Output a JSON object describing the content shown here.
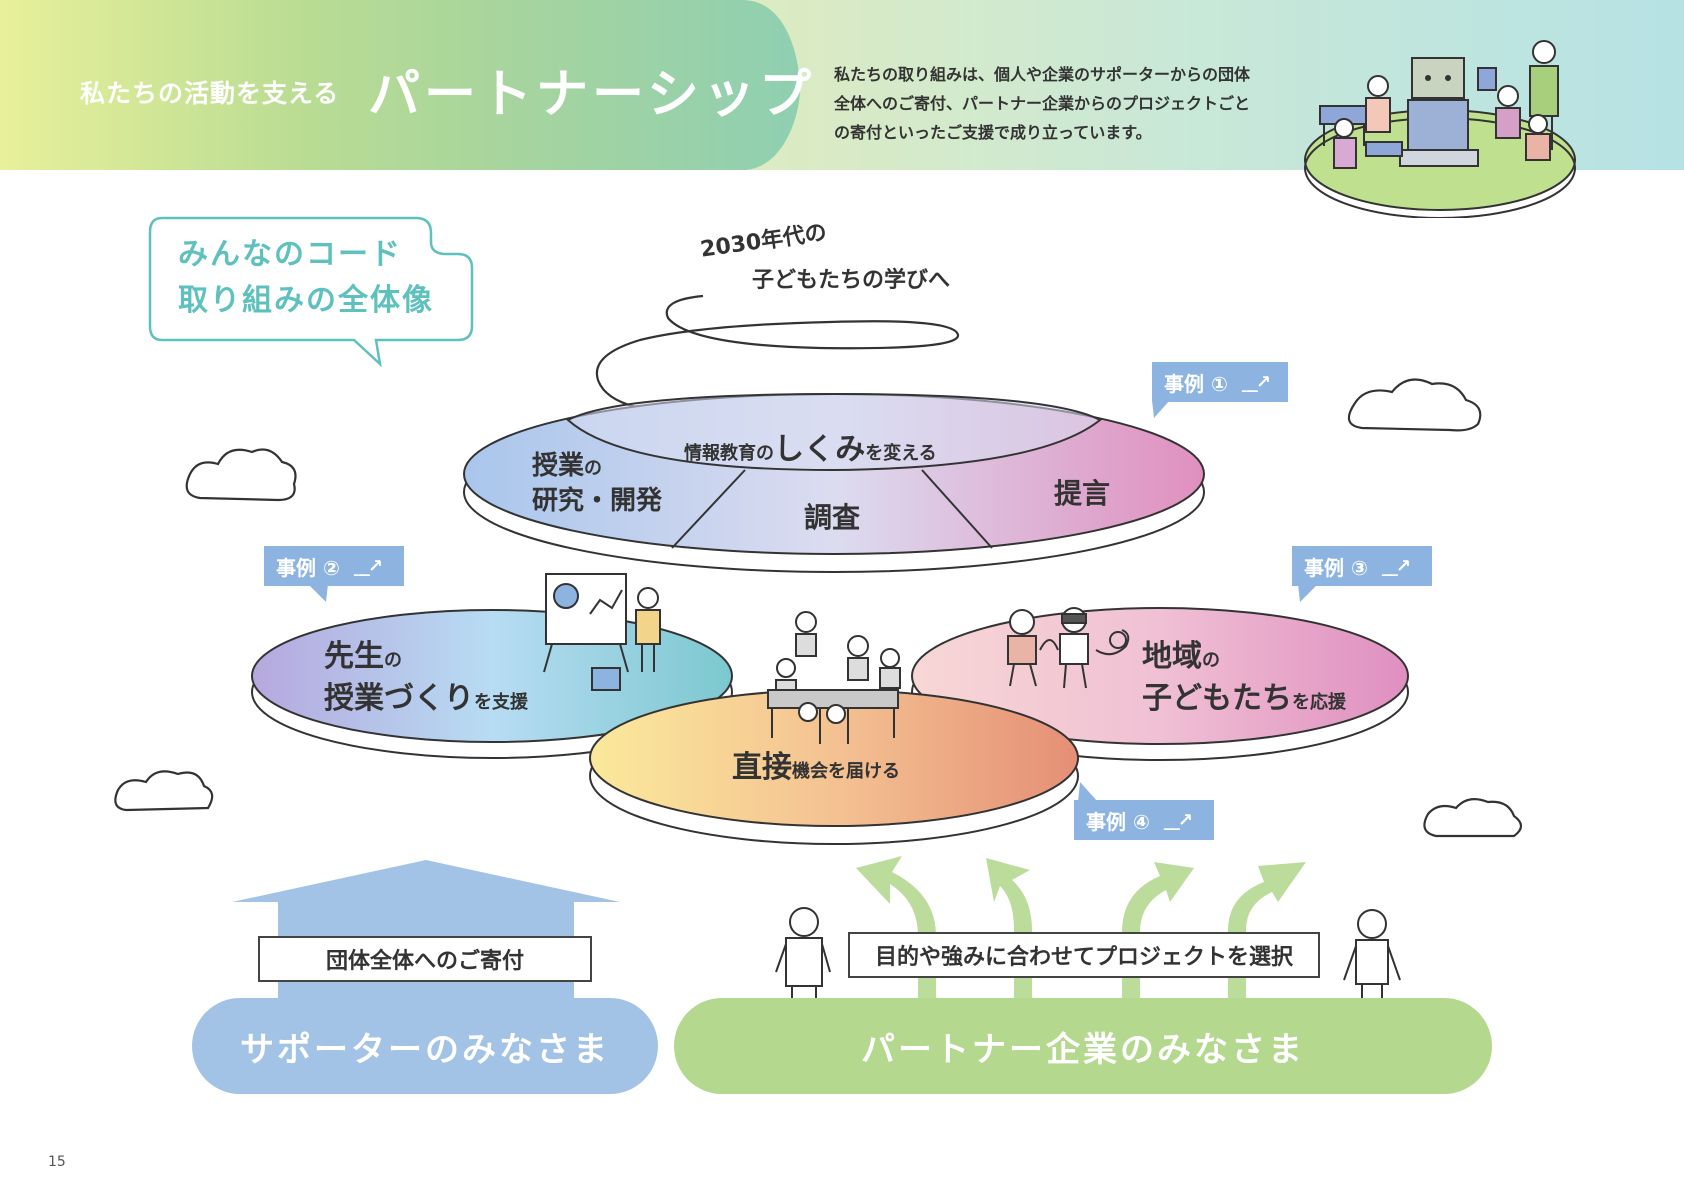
{
  "header": {
    "subtitle": "私たちの活動を支える",
    "title": "パートナーシップ",
    "description": [
      "私たちの取り組みは、個人や企業のサポーターからの団体",
      "全体へのご寄付、パートナー企業からのプロジェクトごと",
      "の寄付といったご支援で成り立っています。"
    ]
  },
  "bubble": {
    "lines": [
      "みんなのコード",
      "取り組みの全体像"
    ]
  },
  "future": {
    "line1": "2030年代の",
    "line2": "子どもたちの学びへ"
  },
  "top_disc": {
    "ring_small1": "情報教育の",
    "ring_big": "しくみ",
    "ring_small2": "を変える",
    "seg1_big": "授業",
    "seg1_small": "の",
    "seg1_line2": "研究・開発",
    "seg2": "調査",
    "seg3": "提言"
  },
  "left_disc": {
    "big1": "先生",
    "small1": "の",
    "big2": "授業づくり",
    "small2": "を支援"
  },
  "right_disc": {
    "big1": "地域",
    "small1": "の",
    "big2": "子どもたち",
    "small2": "を応援"
  },
  "center_disc": {
    "big": "直接",
    "small": "機会を届ける"
  },
  "cases": [
    {
      "label": "事例 ①"
    },
    {
      "label": "事例 ②"
    },
    {
      "label": "事例 ③"
    },
    {
      "label": "事例 ④"
    }
  ],
  "supporters": {
    "box": "団体全体へのご寄付",
    "pill": "サポーターのみなさま"
  },
  "partners": {
    "box": "目的や強みに合わせてプロジェクトを選択",
    "pill": "パートナー企業のみなさま"
  },
  "page_number": "15",
  "colors": {
    "bubble": "#5fc1bd",
    "case_tag": "#8db4e0",
    "supporter_blue": "#a3c3e6",
    "partner_green": "#b3d88e"
  }
}
